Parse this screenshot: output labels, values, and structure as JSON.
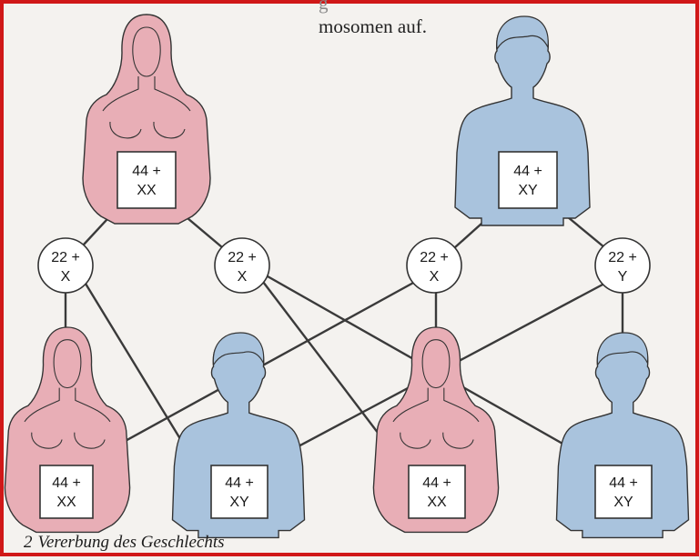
{
  "intro_text": {
    "line1": "g",
    "line2": "mosomen auf."
  },
  "colors": {
    "female": "#e8aeb6",
    "male": "#a9c3dd",
    "outline": "#333333",
    "line": "#3a3a3a",
    "frame": "#d01818"
  },
  "parents": [
    {
      "sex": "female",
      "label_line1": "44 +",
      "label_line2": "XX"
    },
    {
      "sex": "male",
      "label_line1": "44 +",
      "label_line2": "XY"
    }
  ],
  "gametes": [
    {
      "line1": "22 +",
      "line2": "X"
    },
    {
      "line1": "22 +",
      "line2": "X"
    },
    {
      "line1": "22 +",
      "line2": "X"
    },
    {
      "line1": "22 +",
      "line2": "Y"
    }
  ],
  "children": [
    {
      "sex": "female",
      "label_line1": "44 +",
      "label_line2": "XX"
    },
    {
      "sex": "male",
      "label_line1": "44 +",
      "label_line2": "XY"
    },
    {
      "sex": "female",
      "label_line1": "44 +",
      "label_line2": "XX"
    },
    {
      "sex": "male",
      "label_line1": "44 +",
      "label_line2": "XY"
    }
  ],
  "caption": {
    "number": "2",
    "text": "Vererbung des Geschlechts"
  }
}
